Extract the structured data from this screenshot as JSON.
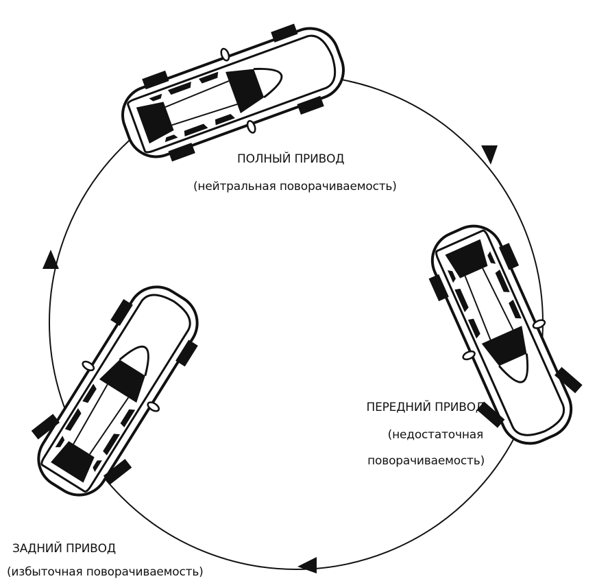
{
  "labels": {
    "awd_title": "ПОЛНЫЙ ПРИВОД",
    "awd_desc": "(нейтральная поворачиваемость)",
    "fwd_title": "ПЕРЕДНИЙ ПРИВОД",
    "fwd_desc_1": "(недостаточная",
    "fwd_desc_2": "поворачиваемость)",
    "rwd_title": "ЗАДНИЙ ПРИВОД",
    "rwd_desc": "(избыточная поворачиваемость)"
  },
  "colors": {
    "ink": "#111111",
    "background": "#ffffff"
  }
}
